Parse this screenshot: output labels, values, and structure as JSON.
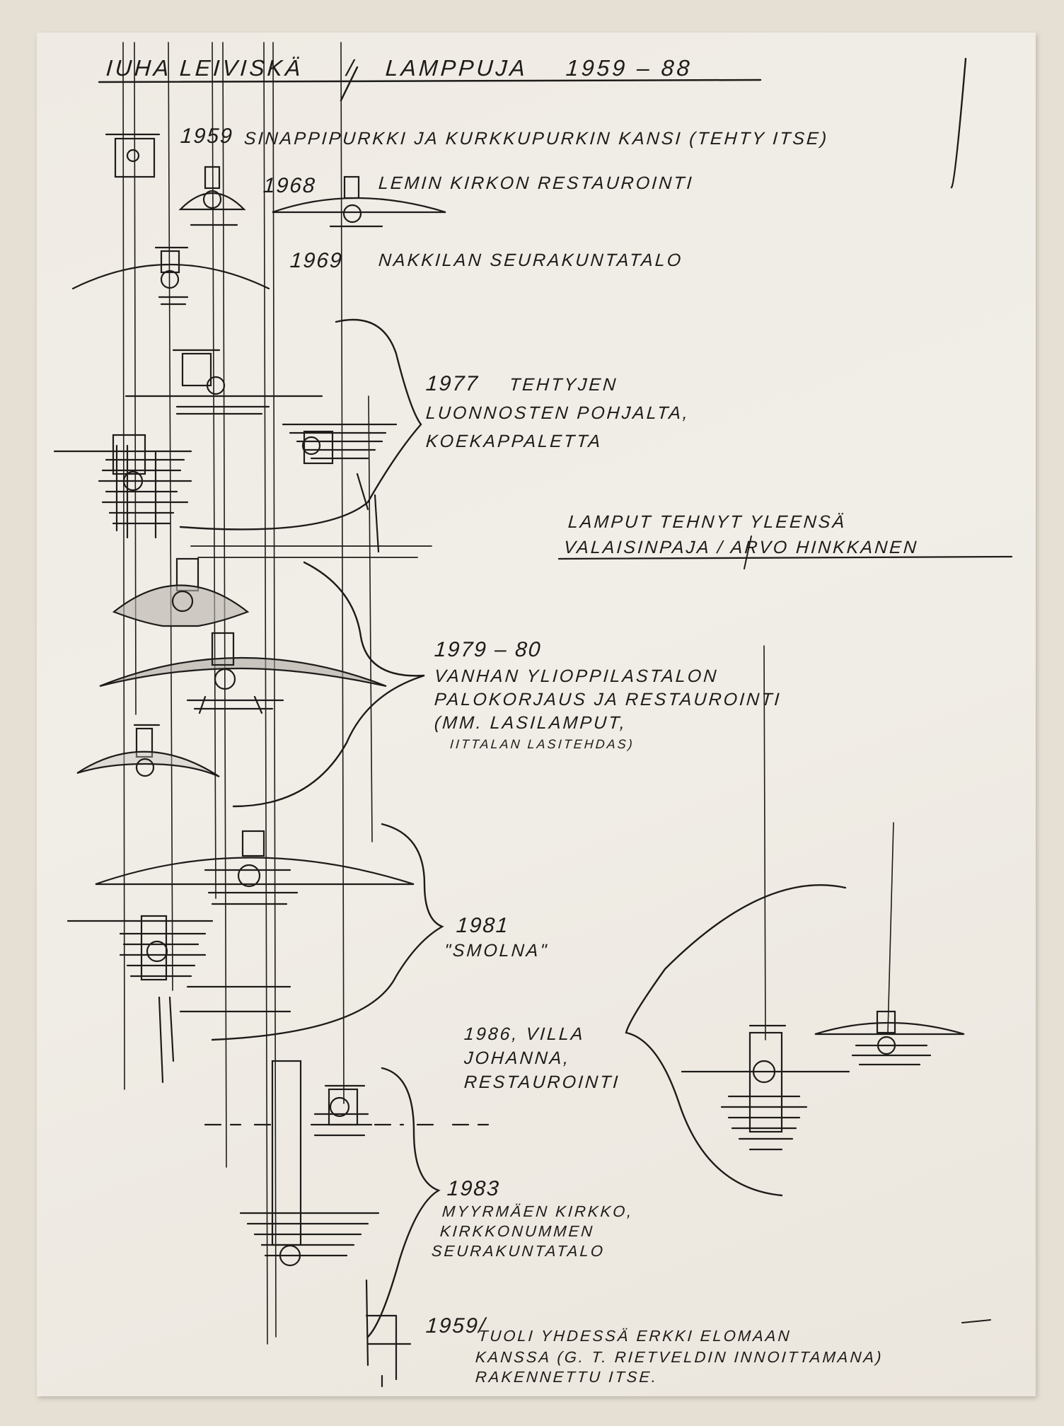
{
  "title": {
    "author": "IUHA LEIVISKÄ",
    "separator": "/",
    "subject": "LAMPPUJA",
    "years": "1959 – 88"
  },
  "entries": [
    {
      "year": "1959",
      "lines": [
        "SINAPPIPURKKI JA KURKKUPURKIN KANSI (TEHTY ITSE)"
      ]
    },
    {
      "year": "1968",
      "lines": [
        "LEMIN KIRKON RESTAUROINTI"
      ]
    },
    {
      "year": "1969",
      "lines": [
        "NAKKILAN SEURAKUNTATALO"
      ]
    },
    {
      "year": "1977",
      "lines": [
        "TEHTYJEN",
        "LUONNOSTEN POHJALTA,",
        "KOEKAPPALETTA"
      ]
    },
    {
      "year": "1979 – 80",
      "lines": [
        "VANHAN YLIOPPILASTALON",
        "PALOKORJAUS JA RESTAUROINTI",
        "(MM. LASILAMPUT,",
        "IITTALAN LASITEHDAS)"
      ]
    },
    {
      "year": "1981",
      "lines": [
        "\"SMOLNA\""
      ]
    },
    {
      "year": "1986, VILLA",
      "lines": [
        "JOHANNA,",
        "RESTAUROINTI"
      ]
    },
    {
      "year": "1983",
      "lines": [
        "MYYRMÄEN KIRKKO,",
        "KIRKKONUMMEN",
        "SEURAKUNTATALO"
      ]
    },
    {
      "year": "1959/",
      "lines": [
        "TUOLI YHDESSÄ ERKKI ELOMAAN",
        "KANSSA (G. T. RIETVELDIN INNOITTAMANA)",
        "RAKENNETTU ITSE."
      ]
    }
  ],
  "note": {
    "lines": [
      "LAMPUT TEHNYT YLEENSÄ",
      "VALAISINPAJA / ARVO HINKKANEN"
    ]
  }
}
